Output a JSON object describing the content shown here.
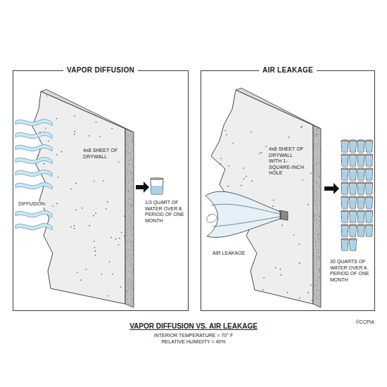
{
  "diagram": {
    "title": "VAPOR DIFFUSION VS. AIR LEAKAGE",
    "nodes": [
      {
        "text": [
          "VAPOR DIFFUSION"
        ]
      },
      {
        "text": [
          "4x8 SHEET OF DRYWALL"
        ],
        "in": 0
      },
      {
        "text": [
          "AIR LEAKAGE"
        ]
      },
      {
        "text": [
          "4x8 SHEET OF DRYWALL WITH 1-SQUARE-INCH HOLE"
        ],
        "in": 2
      }
    ],
    "labels": [
      "DIFFUSION",
      "1/3 QUART OF WATER OVER A PERIOD OF ONE MONTH",
      "AIR LEAKAGE",
      "30 QUARTS OF WATER OVER A PERIOD OF ONE MONTH",
      "INTERIOR TEMPERATURE = 70° F",
      "RELATIVE HUMIDITY = 40%",
      "©CCPIA"
    ]
  }
}
